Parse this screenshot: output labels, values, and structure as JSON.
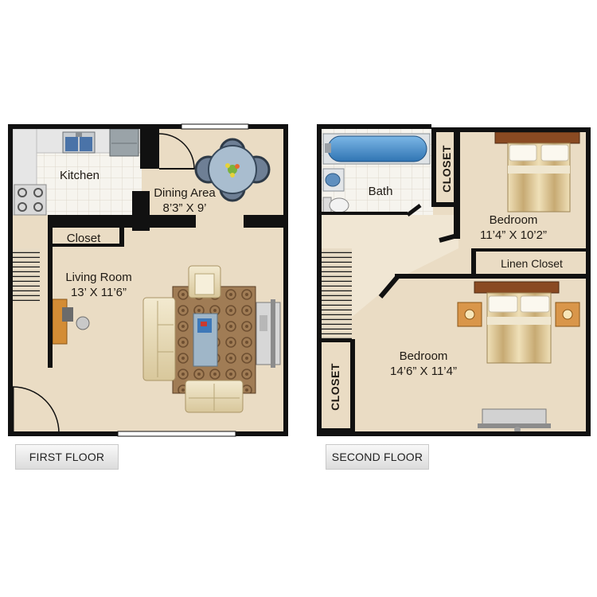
{
  "first_floor": {
    "tag": "FIRST FLOOR",
    "kitchen": "Kitchen",
    "dining_area": "Dining Area",
    "dining_dims": "8’3” X 9’",
    "closet": "Closet",
    "living_room": "Living Room",
    "living_dims": "13’ X 11’6”"
  },
  "second_floor": {
    "tag": "SECOND FLOOR",
    "bath": "Bath",
    "closet_top": "CLOSET",
    "closet_bottom": "CLOSET",
    "bedroom_top": "Bedroom",
    "bedroom_top_dims": "11’4” X 10’2”",
    "linen_closet": "Linen Closet",
    "bedroom_bottom": "Bedroom",
    "bedroom_bottom_dims": "14’6” X 11’4”"
  },
  "colors": {
    "wall": "#111111",
    "carpet": "#eadcc4",
    "tile": "#f4f2ec",
    "wood_bed": "#8a4a22",
    "table_glass": "#9fb6c8",
    "tub": "#4a8ec8",
    "rug": "#9b7a55",
    "sofa": "#e9ddb8"
  }
}
